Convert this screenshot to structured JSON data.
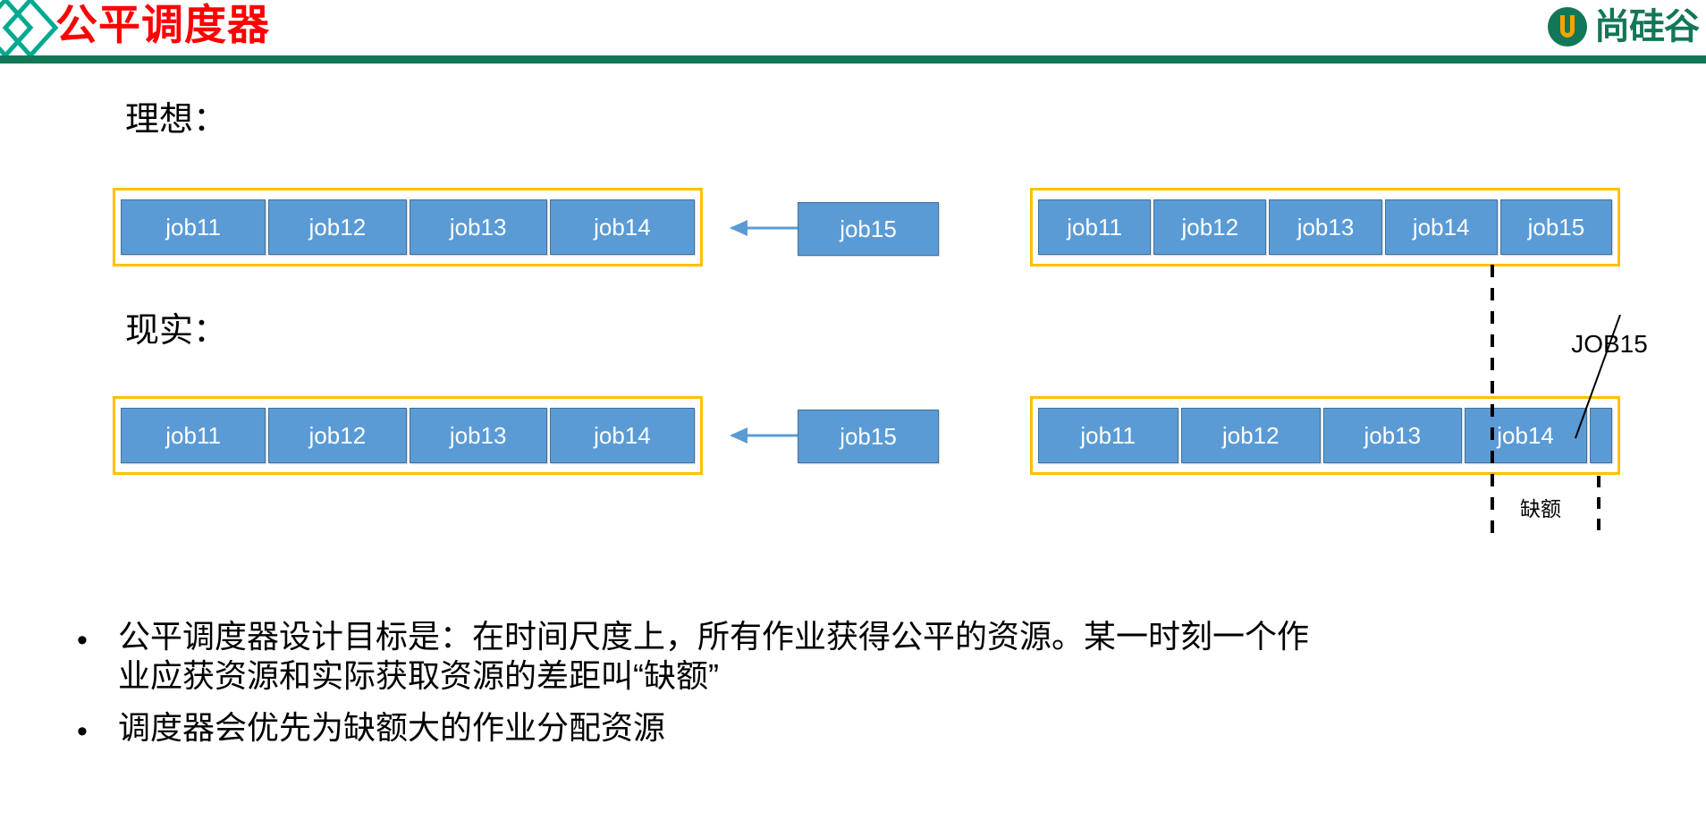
{
  "header": {
    "title": "公平调度器",
    "title_color": "#ff0000",
    "rule_color": "#127758",
    "logo_text": "尚硅谷",
    "logo_mark_name": "atguigu-u-logo",
    "logo_ring_color": "#127758",
    "logo_u_color": "#f5a300",
    "deco_diamond_colors": [
      "#00a98f",
      "#f5a300"
    ]
  },
  "diagram": {
    "ideal_label": "理想：",
    "real_label": "现实：",
    "queue_border_color": "#ffc000",
    "job_fill_color": "#5b9bd5",
    "job_border_color": "#41719c",
    "arrow_color": "#5b9bd5",
    "ideal": {
      "left_queue": [
        "job11",
        "job12",
        "job13",
        "job14"
      ],
      "incoming_job": "job15",
      "right_queue": [
        "job11",
        "job12",
        "job13",
        "job14",
        "job15"
      ]
    },
    "real": {
      "left_queue": [
        "job11",
        "job12",
        "job13",
        "job14"
      ],
      "incoming_job": "job15",
      "right_queue": [
        "job11",
        "job12",
        "job13",
        "job14"
      ],
      "sliver_label": "",
      "callout_label": "JOB15",
      "gap_label": "缺额"
    }
  },
  "bullets": [
    {
      "marker": "•",
      "text": "公平调度器设计目标是：在时间尺度上，所有作业获得公平的资源。某一时刻一个作业应获资源和实际获取资源的差距叫“缺额”"
    },
    {
      "marker": "•",
      "text": "调度器会优先为缺额大的作业分配资源"
    }
  ]
}
